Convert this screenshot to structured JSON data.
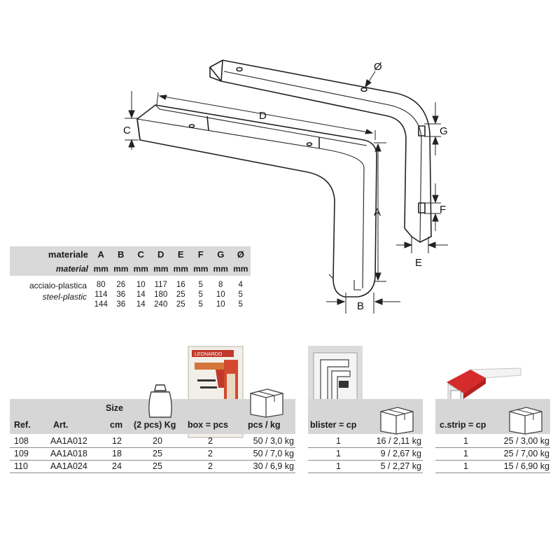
{
  "drawing": {
    "dim_labels": {
      "A": "A",
      "B": "B",
      "C": "C",
      "D": "D",
      "E": "E",
      "F": "F",
      "G": "G",
      "diam": "Ø"
    }
  },
  "spec": {
    "material_it": "materiale",
    "material_en": "material",
    "columns": [
      "A",
      "B",
      "C",
      "D",
      "E",
      "F",
      "G",
      "Ø"
    ],
    "unit": "mm",
    "row_label_it": "acciaio-plastica",
    "row_label_en": "steel-plastic",
    "rows": [
      [
        "80",
        "26",
        "10",
        "117",
        "16",
        "5",
        "8",
        "4"
      ],
      [
        "114",
        "36",
        "14",
        "180",
        "25",
        "5",
        "10",
        "5"
      ],
      [
        "144",
        "36",
        "14",
        "240",
        "25",
        "5",
        "10",
        "5"
      ]
    ]
  },
  "product": {
    "packaging_brand": "LEONARDO",
    "headers": {
      "ref": "Ref.",
      "art": "Art.",
      "size_top": "Size",
      "size_unit": "cm",
      "load": "(2 pcs) Kg",
      "box": "box = pcs",
      "pcs_kg": "pcs / kg",
      "blister": "blister = cp",
      "cstrip": "c.strip = cp"
    },
    "rows": [
      {
        "ref": "108",
        "art": "AA1A012",
        "size": "12",
        "load": "20",
        "box": "2",
        "pcs_kg": "50 / 3,0 kg",
        "blister": "1",
        "blister_kg": "16 / 2,11 kg",
        "cstrip": "1",
        "cstrip_kg": "25 / 3,00 kg"
      },
      {
        "ref": "109",
        "art": "AA1A018",
        "size": "18",
        "load": "25",
        "box": "2",
        "pcs_kg": "50 / 7,0 kg",
        "blister": "1",
        "blister_kg": "9 / 2,67 kg",
        "cstrip": "1",
        "cstrip_kg": "25 / 7,00 kg"
      },
      {
        "ref": "110",
        "art": "AA1A024",
        "size": "24",
        "load": "25",
        "box": "2",
        "pcs_kg": "30 / 6,9 kg",
        "blister": "1",
        "blister_kg": "5 / 2,27 kg",
        "cstrip": "1",
        "cstrip_kg": "15 / 6,90 kg"
      }
    ]
  }
}
